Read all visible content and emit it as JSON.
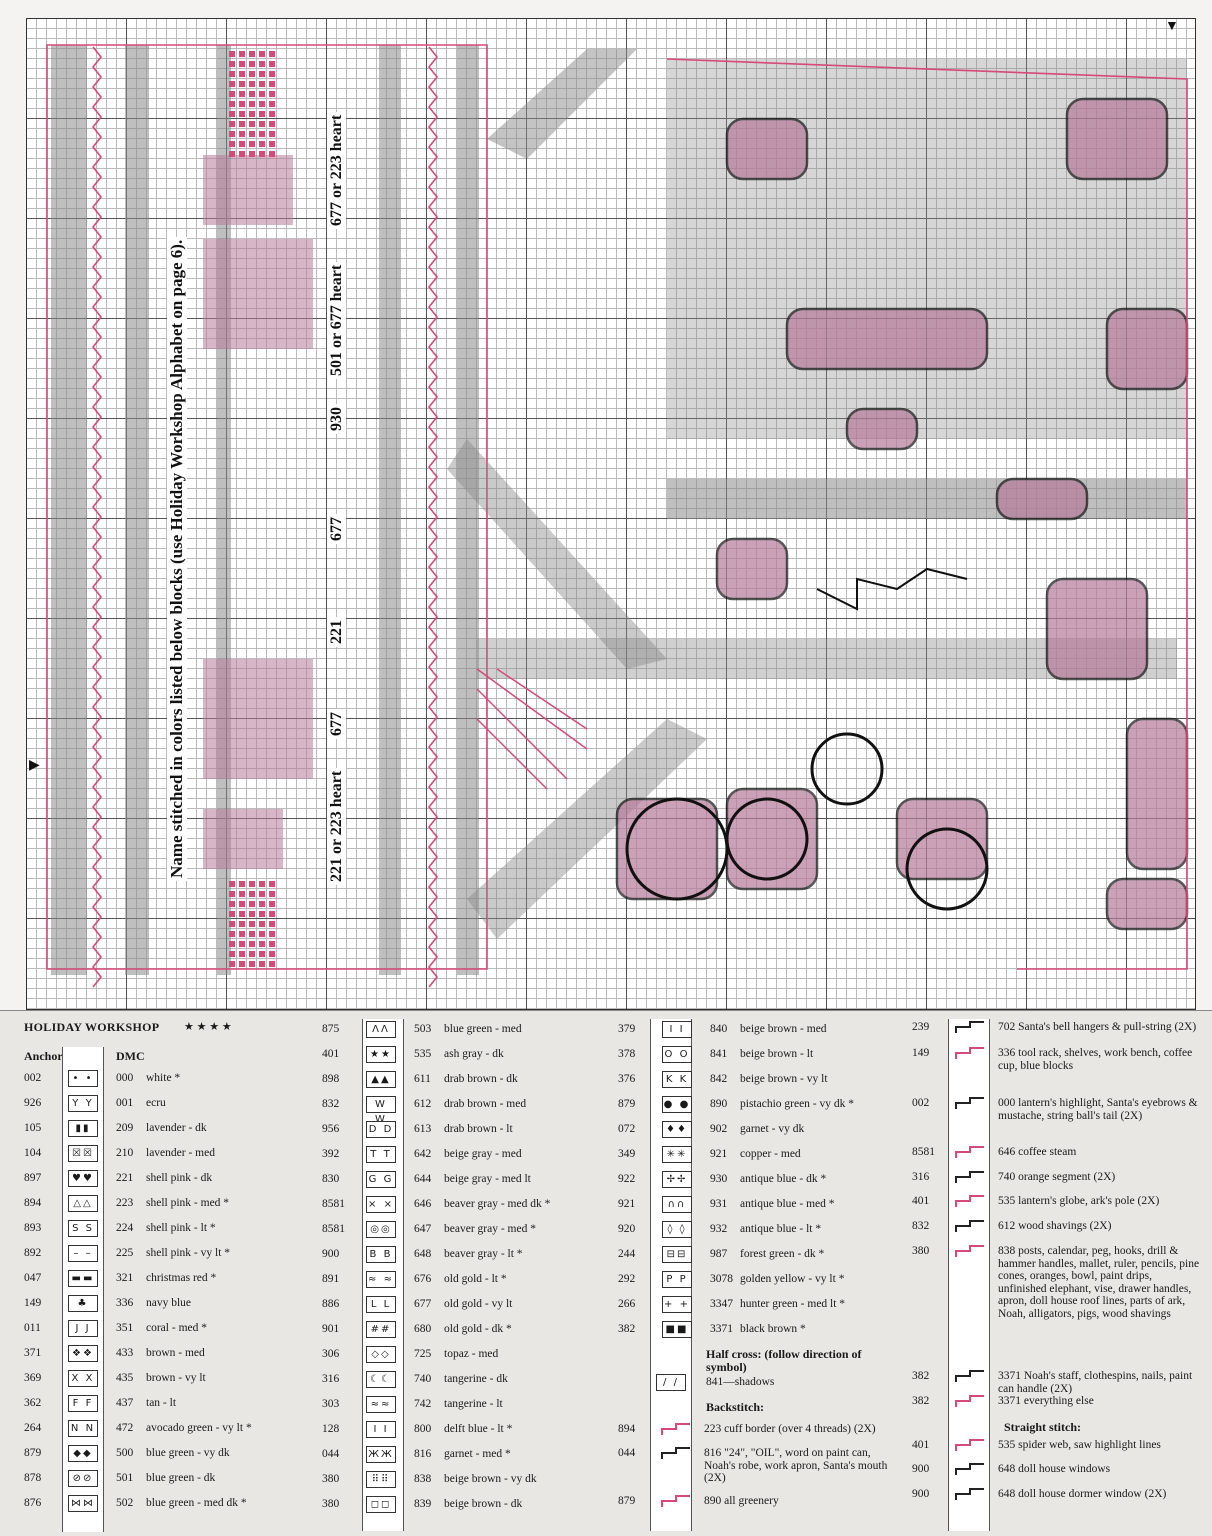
{
  "chart": {
    "name_label": "Name stitched in colors listed below blocks (use Holiday Workshop Alphabet on page 6).",
    "blocks": [
      {
        "lines": [
          "677",
          "or",
          "223 heart"
        ]
      },
      {
        "lines": [
          "501",
          "or",
          "677 heart"
        ]
      },
      {
        "lines": [
          "930"
        ]
      },
      {
        "lines": [
          "677"
        ]
      },
      {
        "lines": [
          "221"
        ]
      },
      {
        "lines": [
          "677"
        ]
      },
      {
        "lines": [
          "221",
          "or",
          "223 heart"
        ]
      }
    ],
    "center_arrow_top": "▼",
    "center_arrow_left": "▶",
    "colors": {
      "pink": "#d64a78",
      "gray": "#8a8a8a",
      "mauve": "#b67a9a",
      "black": "#111111"
    }
  },
  "legend": {
    "title": "HOLIDAY WORKSHOP",
    "stars": "★ ★ ★ ★",
    "anchor_header": "Anchor",
    "dmc_header": "DMC",
    "col1": [
      {
        "anchor": "002",
        "sym": "• •",
        "dmc": "000",
        "name": "white *"
      },
      {
        "anchor": "926",
        "sym": "Y Y",
        "dmc": "001",
        "name": "ecru"
      },
      {
        "anchor": "105",
        "sym": "▮▮",
        "dmc": "209",
        "name": "lavender - dk"
      },
      {
        "anchor": "104",
        "sym": "☒☒",
        "dmc": "210",
        "name": "lavender - med"
      },
      {
        "anchor": "897",
        "sym": "♥♥",
        "dmc": "221",
        "name": "shell pink - dk"
      },
      {
        "anchor": "894",
        "sym": "△△",
        "dmc": "223",
        "name": "shell pink - med *"
      },
      {
        "anchor": "893",
        "sym": "S S",
        "dmc": "224",
        "name": "shell pink - lt *"
      },
      {
        "anchor": "892",
        "sym": "– –",
        "dmc": "225",
        "name": "shell pink - vy lt *"
      },
      {
        "anchor": "047",
        "sym": "▬▬",
        "dmc": "321",
        "name": "christmas red *"
      },
      {
        "anchor": "149",
        "sym": "♣",
        "dmc": "336",
        "name": "navy blue"
      },
      {
        "anchor": "011",
        "sym": "J J",
        "dmc": "351",
        "name": "coral - med *"
      },
      {
        "anchor": "371",
        "sym": "❖❖",
        "dmc": "433",
        "name": "brown - med"
      },
      {
        "anchor": "369",
        "sym": "X X",
        "dmc": "435",
        "name": "brown - vy lt"
      },
      {
        "anchor": "362",
        "sym": "F F",
        "dmc": "437",
        "name": "tan - lt"
      },
      {
        "anchor": "264",
        "sym": "N N",
        "dmc": "472",
        "name": "avocado green - vy lt *"
      },
      {
        "anchor": "879",
        "sym": "◆◆",
        "dmc": "500",
        "name": "blue green - vy dk"
      },
      {
        "anchor": "878",
        "sym": "⊘⊘",
        "dmc": "501",
        "name": "blue green - dk"
      },
      {
        "anchor": "876",
        "sym": "⋈⋈",
        "dmc": "502",
        "name": "blue green - med dk *"
      }
    ],
    "col2": [
      {
        "anchor": "875",
        "sym": "ΛΛ",
        "dmc": "503",
        "name": "blue green - med"
      },
      {
        "anchor": "401",
        "sym": "★★",
        "dmc": "535",
        "name": "ash gray - dk"
      },
      {
        "anchor": "898",
        "sym": "▲▲",
        "dmc": "611",
        "name": "drab brown - dk"
      },
      {
        "anchor": "832",
        "sym": "W W",
        "dmc": "612",
        "name": "drab brown - med"
      },
      {
        "anchor": "956",
        "sym": "D D",
        "dmc": "613",
        "name": "drab brown - lt"
      },
      {
        "anchor": "392",
        "sym": "T T",
        "dmc": "642",
        "name": "beige gray - med"
      },
      {
        "anchor": "830",
        "sym": "G G",
        "dmc": "644",
        "name": "beige gray - med lt"
      },
      {
        "anchor": "8581",
        "sym": "× ×",
        "dmc": "646",
        "name": "beaver gray - med dk *"
      },
      {
        "anchor": "8581",
        "sym": "◎◎",
        "dmc": "647",
        "name": "beaver gray - med *"
      },
      {
        "anchor": "900",
        "sym": "B B",
        "dmc": "648",
        "name": "beaver gray - lt *"
      },
      {
        "anchor": "891",
        "sym": "≈ ≈",
        "dmc": "676",
        "name": "old gold - lt *"
      },
      {
        "anchor": "886",
        "sym": "L L",
        "dmc": "677",
        "name": "old gold - vy lt"
      },
      {
        "anchor": "901",
        "sym": "##",
        "dmc": "680",
        "name": "old gold - dk *"
      },
      {
        "anchor": "306",
        "sym": "◇◇",
        "dmc": "725",
        "name": "topaz - med"
      },
      {
        "anchor": "316",
        "sym": "☾☾",
        "dmc": "740",
        "name": "tangerine - dk"
      },
      {
        "anchor": "303",
        "sym": "≈≈",
        "dmc": "742",
        "name": "tangerine - lt"
      },
      {
        "anchor": "128",
        "sym": "I I",
        "dmc": "800",
        "name": "delft blue - lt *"
      },
      {
        "anchor": "044",
        "sym": "ЖЖ",
        "dmc": "816",
        "name": "garnet - med *"
      },
      {
        "anchor": "380",
        "sym": "⠿⠿",
        "dmc": "838",
        "name": "beige brown - vy dk"
      },
      {
        "anchor": "380",
        "sym": "◻◻",
        "dmc": "839",
        "name": "beige brown - dk"
      }
    ],
    "col3": [
      {
        "anchor": "379",
        "sym": "I I",
        "dmc": "840",
        "name": "beige brown - med"
      },
      {
        "anchor": "378",
        "sym": "O O",
        "dmc": "841",
        "name": "beige brown - lt"
      },
      {
        "anchor": "376",
        "sym": "K K",
        "dmc": "842",
        "name": "beige brown - vy lt"
      },
      {
        "anchor": "879",
        "sym": "● ●",
        "dmc": "890",
        "name": "pistachio green - vy dk *"
      },
      {
        "anchor": "072",
        "sym": "♦♦",
        "dmc": "902",
        "name": "garnet - vy dk"
      },
      {
        "anchor": "349",
        "sym": "✳✳",
        "dmc": "921",
        "name": "copper - med"
      },
      {
        "anchor": "922",
        "sym": "✢✢",
        "dmc": "930",
        "name": "antique blue - dk *"
      },
      {
        "anchor": "921",
        "sym": "∩∩",
        "dmc": "931",
        "name": "antique blue - med *"
      },
      {
        "anchor": "920",
        "sym": "◊ ◊",
        "dmc": "932",
        "name": "antique blue - lt *"
      },
      {
        "anchor": "244",
        "sym": "⊟⊟",
        "dmc": "987",
        "name": "forest green - dk *"
      },
      {
        "anchor": "292",
        "sym": "P P",
        "dmc": "3078",
        "name": "golden yellow - vy lt *"
      },
      {
        "anchor": "266",
        "sym": "+ +",
        "dmc": "3347",
        "name": "hunter green - med lt *"
      },
      {
        "anchor": "382",
        "sym": "■■",
        "dmc": "3371",
        "name": "black brown *"
      }
    ],
    "half_cross_title": "Half cross: (follow direction of symbol)",
    "half_cross_item": "841—shadows",
    "half_cross_sym": "/ /",
    "backstitch_title": "Backstitch:",
    "backstitch_col3": [
      {
        "anchor": "894",
        "text": "223  cuff border (over 4 threads) (2X)"
      },
      {
        "anchor": "044",
        "text": "816  \"24\", \"OIL\", word on paint can, Noah's robe, work apron, Santa's mouth (2X)"
      },
      {
        "anchor": "879",
        "text": "890  all greenery"
      }
    ],
    "col4": [
      {
        "anchor": "239",
        "text": "702  Santa's bell hangers & pull-string (2X)"
      },
      {
        "anchor": "149",
        "text": "336  tool rack, shelves, work bench, coffee cup, blue blocks"
      },
      {
        "anchor": "002",
        "text": "000  lantern's highlight, Santa's eyebrows & mustache, string ball's tail (2X)"
      },
      {
        "anchor": "8581",
        "text": "646  coffee steam"
      },
      {
        "anchor": "316",
        "text": "740  orange segment (2X)"
      },
      {
        "anchor": "401",
        "text": "535  lantern's globe, ark's pole (2X)"
      },
      {
        "anchor": "832",
        "text": "612  wood shavings (2X)"
      },
      {
        "anchor": "380",
        "text": "838  posts, calendar, peg, hooks, drill & hammer handles, mallet, ruler, pencils, pine cones, oranges, bowl, paint drips, unfinished elephant, vise, drawer handles, apron, doll house roof lines, parts of ark, Noah, alligators, pigs, wood shavings"
      },
      {
        "anchor": "382",
        "text": "3371  Noah's staff, clothespins, nails, paint can handle (2X)"
      },
      {
        "anchor": "382",
        "text": "3371  everything else"
      }
    ],
    "straight_title": "Straight stitch:",
    "straight": [
      {
        "anchor": "401",
        "text": "535  spider web, saw highlight lines"
      },
      {
        "anchor": "900",
        "text": "648  doll house windows"
      },
      {
        "anchor": "900",
        "text": "648  doll house dormer window (2X)"
      }
    ]
  }
}
